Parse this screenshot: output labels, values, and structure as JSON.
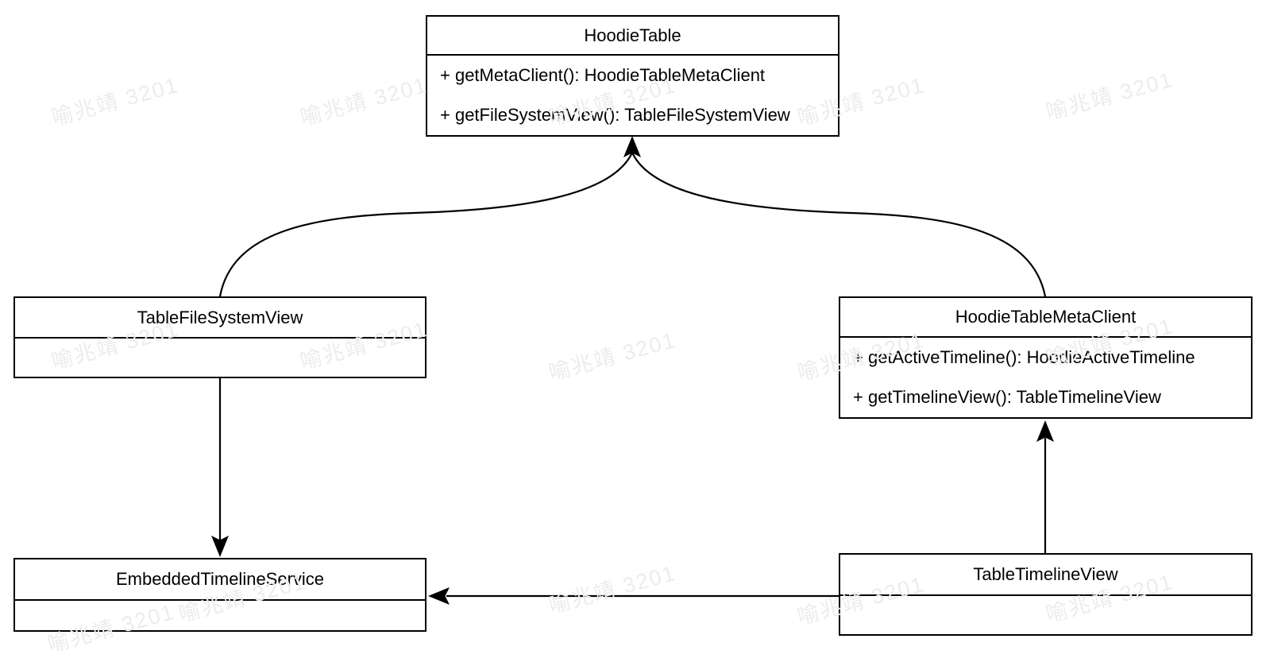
{
  "diagram": {
    "title": "Hudi table / timeline class diagram",
    "classes": {
      "hoodieTable": {
        "name": "HoodieTable",
        "methods": [
          "+ getMetaClient(): HoodieTableMetaClient",
          "+ getFileSystemView(): TableFileSystemView"
        ]
      },
      "tableFileSystemView": {
        "name": "TableFileSystemView",
        "methods": []
      },
      "hoodieTableMetaClient": {
        "name": "HoodieTableMetaClient",
        "methods": [
          "+ getActiveTimeline(): HoodieActiveTimeline",
          "+ getTimelineView(): TableTimelineView"
        ]
      },
      "embeddedTimelineService": {
        "name": "EmbeddedTimelineService",
        "methods": []
      },
      "tableTimelineView": {
        "name": "TableTimelineView",
        "methods": []
      }
    },
    "relations": [
      {
        "from": "TableFileSystemView",
        "to": "HoodieTable",
        "style": "curved",
        "arrowhead": "at HoodieTable bottom"
      },
      {
        "from": "HoodieTableMetaClient",
        "to": "HoodieTable",
        "style": "curved",
        "arrowhead": "at HoodieTable bottom"
      },
      {
        "from": "TableFileSystemView",
        "to": "EmbeddedTimelineService",
        "style": "straight-vertical",
        "arrowhead": "at EmbeddedTimelineService top"
      },
      {
        "from": "TableTimelineView",
        "to": "HoodieTableMetaClient",
        "style": "straight-vertical",
        "arrowhead": "at HoodieTableMetaClient bottom"
      },
      {
        "from": "TableTimelineView",
        "to": "EmbeddedTimelineService",
        "style": "straight-horizontal",
        "arrowhead": "at EmbeddedTimelineService right"
      }
    ]
  },
  "watermark": {
    "text": "喻兆靖 3201",
    "color": "#ececec"
  },
  "colors": {
    "background": "#ffffff",
    "line": "#000000",
    "box_fill": "#ffffff",
    "text": "#000000"
  }
}
